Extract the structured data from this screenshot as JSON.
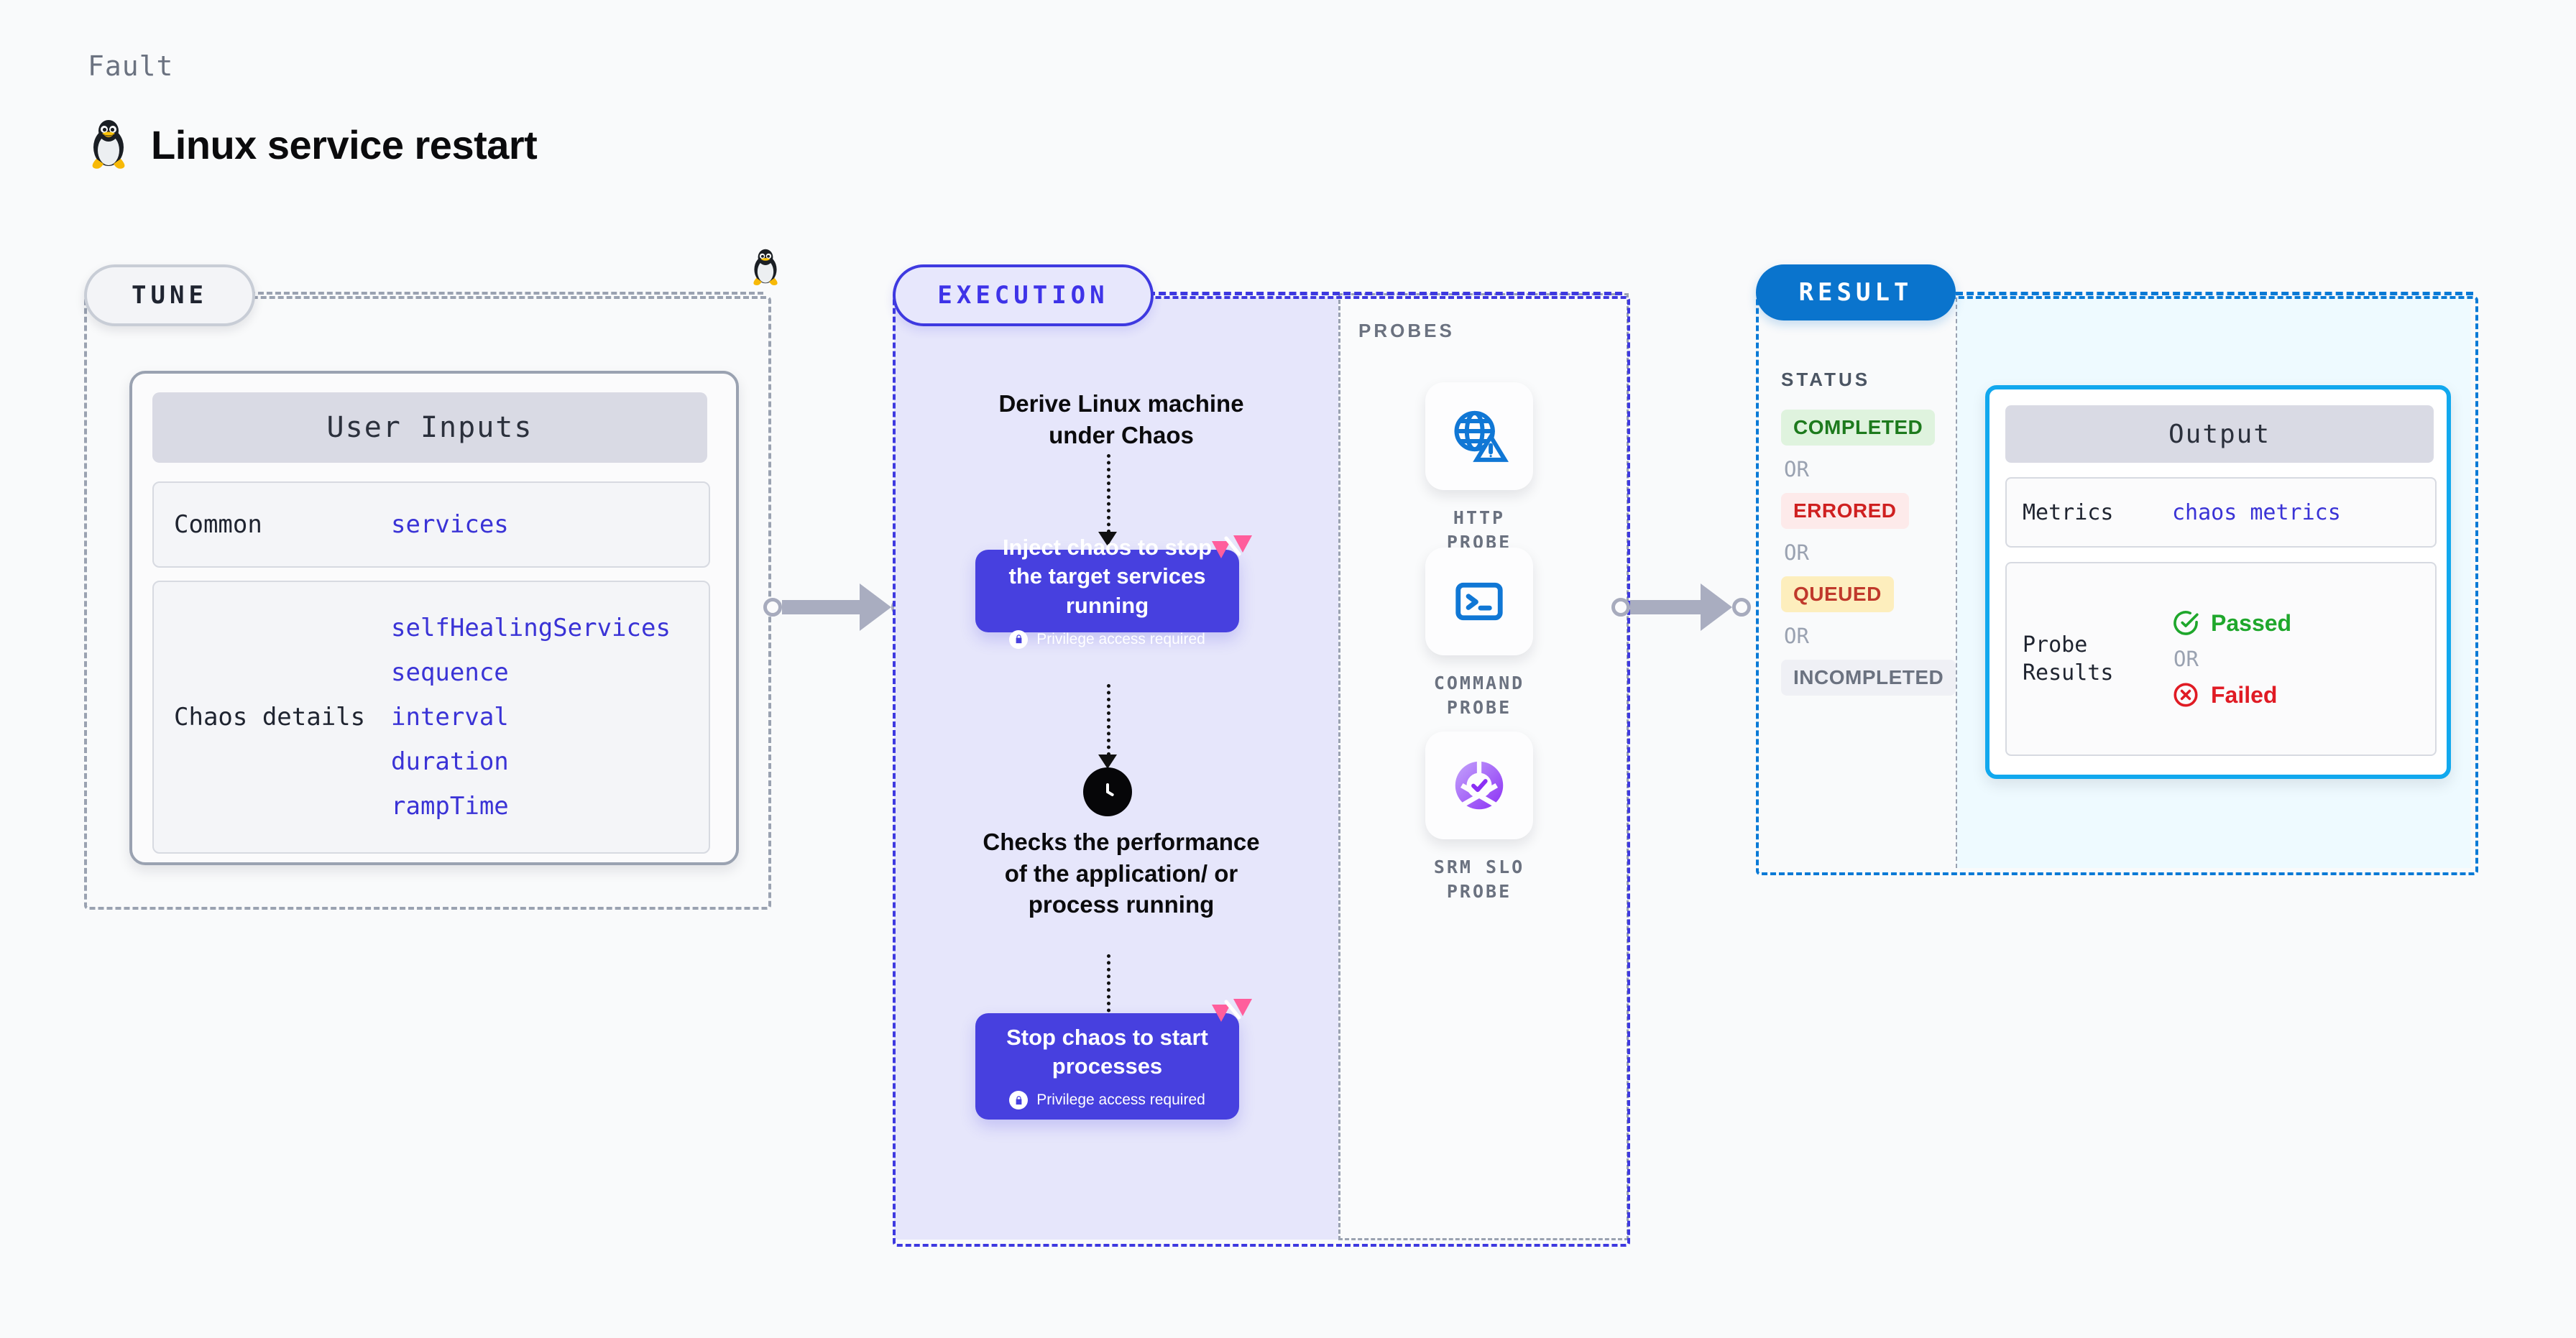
{
  "header": {
    "eyebrow": "Fault",
    "title": "Linux service restart",
    "icon": "linux-penguin-icon"
  },
  "tune": {
    "pill_label": "TUNE",
    "edge_icon": "linux-penguin-icon",
    "card": {
      "header": "User Inputs",
      "rows": [
        {
          "key": "Common",
          "values": [
            "services"
          ]
        },
        {
          "key": "Chaos details",
          "values": [
            "selfHealingServices",
            "sequence",
            "interval",
            "duration",
            "rampTime"
          ]
        }
      ]
    }
  },
  "execution": {
    "pill_label": "EXECUTION",
    "step_1_text": "Derive Linux machine under Chaos",
    "chaos_card_1": {
      "title": "Inject chaos to stop the target services running",
      "privilege_note": "Privilege access required",
      "lock_icon": "lock-icon",
      "corner_icon": "harness-logo-icon"
    },
    "clock_icon": "clock-icon",
    "step_2_text": "Checks the performance of the application/ or process running",
    "chaos_card_2": {
      "title": "Stop chaos to start processes",
      "privilege_note": "Privilege access required",
      "lock_icon": "lock-icon",
      "corner_icon": "harness-logo-icon"
    }
  },
  "probes": {
    "label": "PROBES",
    "items": [
      {
        "caption": "HTTP PROBE",
        "icon": "globe-warning-icon"
      },
      {
        "caption": "COMMAND PROBE",
        "icon": "terminal-icon"
      },
      {
        "caption": "SRM SLO PROBE",
        "icon": "slo-check-icon"
      }
    ]
  },
  "result": {
    "pill_label": "RESULT",
    "status_label": "STATUS",
    "or_label": "OR",
    "statuses": [
      {
        "label": "COMPLETED",
        "bg": "#dff3de",
        "fg": "#1d7a1d"
      },
      {
        "label": "ERRORED",
        "bg": "#fdeaea",
        "fg": "#cf2020"
      },
      {
        "label": "QUEUED",
        "bg": "#fdeebd",
        "fg": "#c0392b"
      },
      {
        "label": "INCOMPLETED",
        "bg": "#eff0f5",
        "fg": "#6b7280"
      }
    ],
    "output": {
      "header": "Output",
      "metrics_key": "Metrics",
      "metrics_value": "chaos metrics",
      "probe_results_key": "Probe Results",
      "passed_label": "Passed",
      "failed_label": "Failed",
      "or_label": "OR",
      "passed_icon": "check-circle-icon",
      "failed_icon": "x-circle-icon"
    }
  },
  "colors": {
    "tune_border": "#9aa2b1",
    "execution_accent": "#3e39e0",
    "execution_fill": "#e6e6fb",
    "chaos_card": "#4740df",
    "result_accent": "#0a74cd",
    "result_fill": "#eefaff",
    "output_border": "#11a8ee",
    "mono_value": "#3a33d6",
    "harness_pink": "#ff5e9c",
    "passed_green": "#1fa72c",
    "failed_red": "#e01b24"
  }
}
